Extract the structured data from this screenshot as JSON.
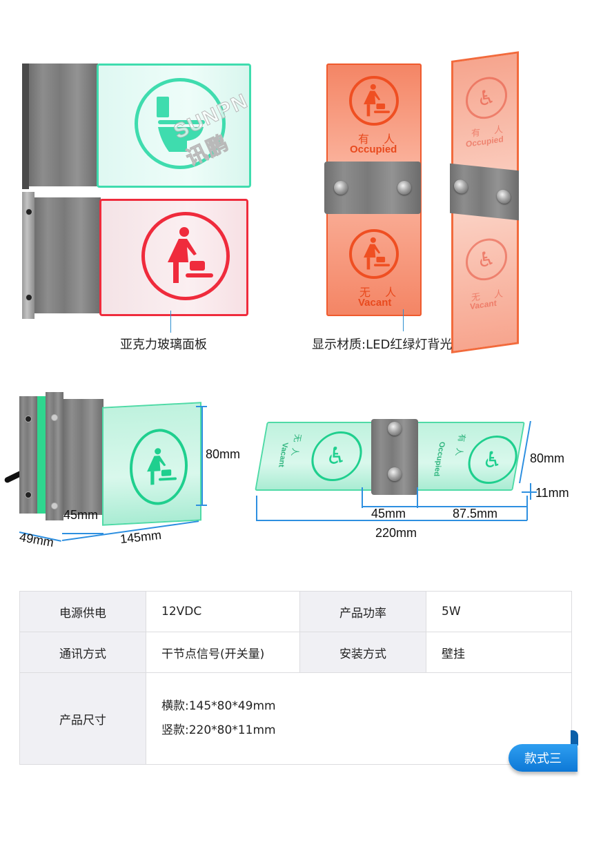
{
  "gallery": {
    "watermark": "SUNPN讯鹏",
    "acrylic_caption": "亚克力玻璃面板",
    "led_caption": "显示材质:LED红绿灯背光",
    "signs": {
      "occupied_cn": "有 人",
      "occupied_en": "Occupied",
      "vacant_cn": "无 人",
      "vacant_en": "Vacant"
    },
    "icons": [
      "toilet-icon",
      "baby-changing-icon",
      "wheelchair-icon"
    ]
  },
  "dimensions": {
    "horizontal": {
      "height": "80mm",
      "bracket": "45mm",
      "depth": "49mm",
      "length": "145mm"
    },
    "vertical": {
      "height": "80mm",
      "thickness": "11mm",
      "bracket": "45mm",
      "half": "87.5mm",
      "length": "220mm"
    }
  },
  "colors": {
    "green": "#3fdcae",
    "red": "#ef2b3c",
    "orange": "#ef5a2d",
    "dimension_blue": "#2d8fe0",
    "badge_blue": "#1a88e2"
  },
  "spec_table": {
    "rows": [
      {
        "k1": "电源供电",
        "v1": "12VDC",
        "k2": "产品功率",
        "v2": "5W"
      },
      {
        "k1": "通讯方式",
        "v1": "干节点信号(开关量)",
        "k2": "安装方式",
        "v2": "壁挂"
      }
    ],
    "size": {
      "label": "产品尺寸",
      "lines": [
        "横款:145*80*49mm",
        "竖款:220*80*11mm"
      ]
    }
  },
  "badge": {
    "label": "款式三"
  }
}
